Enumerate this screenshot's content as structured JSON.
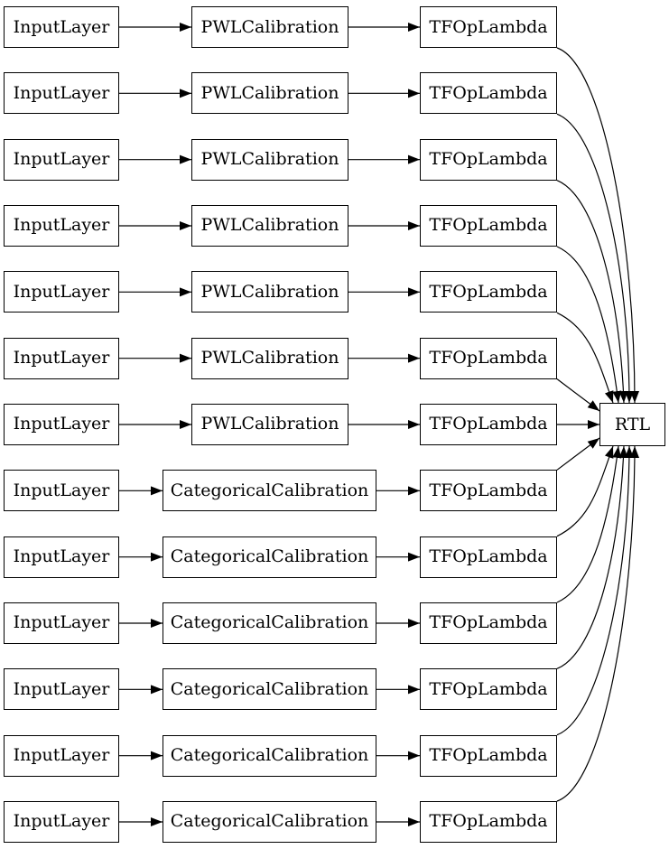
{
  "diagram": {
    "type": "model-graph",
    "colors": {
      "background": "#ffffff",
      "node_border": "#000000",
      "edge": "#000000",
      "text": "#000000"
    },
    "sink": {
      "label": "RTL"
    },
    "rows": [
      {
        "input": "InputLayer",
        "calibration": "PWLCalibration",
        "op": "TFOpLambda"
      },
      {
        "input": "InputLayer",
        "calibration": "PWLCalibration",
        "op": "TFOpLambda"
      },
      {
        "input": "InputLayer",
        "calibration": "PWLCalibration",
        "op": "TFOpLambda"
      },
      {
        "input": "InputLayer",
        "calibration": "PWLCalibration",
        "op": "TFOpLambda"
      },
      {
        "input": "InputLayer",
        "calibration": "PWLCalibration",
        "op": "TFOpLambda"
      },
      {
        "input": "InputLayer",
        "calibration": "PWLCalibration",
        "op": "TFOpLambda"
      },
      {
        "input": "InputLayer",
        "calibration": "PWLCalibration",
        "op": "TFOpLambda"
      },
      {
        "input": "InputLayer",
        "calibration": "CategoricalCalibration",
        "op": "TFOpLambda"
      },
      {
        "input": "InputLayer",
        "calibration": "CategoricalCalibration",
        "op": "TFOpLambda"
      },
      {
        "input": "InputLayer",
        "calibration": "CategoricalCalibration",
        "op": "TFOpLambda"
      },
      {
        "input": "InputLayer",
        "calibration": "CategoricalCalibration",
        "op": "TFOpLambda"
      },
      {
        "input": "InputLayer",
        "calibration": "CategoricalCalibration",
        "op": "TFOpLambda"
      },
      {
        "input": "InputLayer",
        "calibration": "CategoricalCalibration",
        "op": "TFOpLambda"
      }
    ]
  }
}
